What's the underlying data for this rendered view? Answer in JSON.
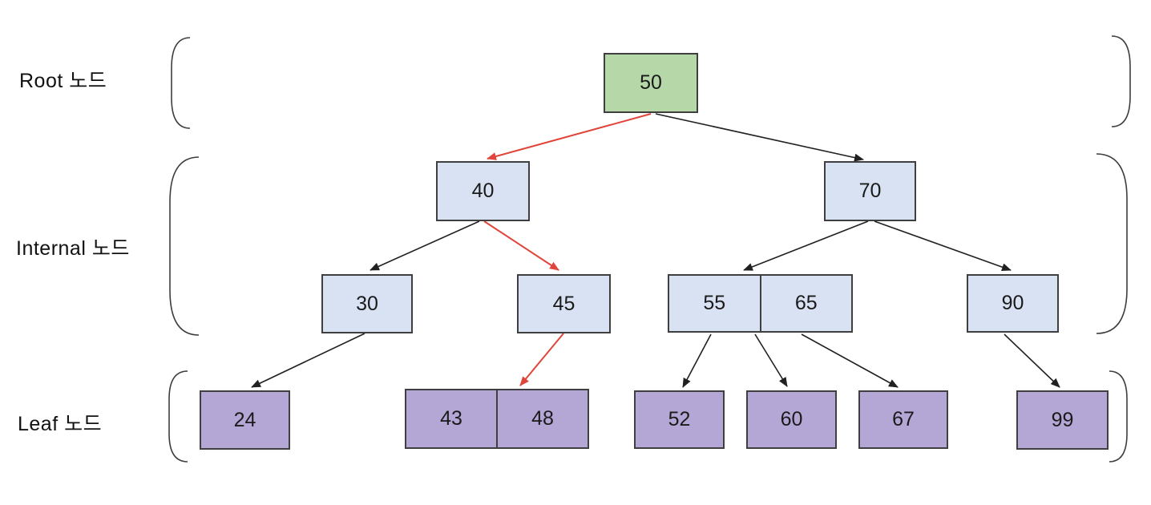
{
  "diagram": {
    "type": "b-tree-structure",
    "row_labels": {
      "root": "Root 노드",
      "internal": "Internal 노드",
      "leaf": "Leaf 노드"
    },
    "nodes": {
      "n50": {
        "level": "root",
        "keys": [
          "50"
        ]
      },
      "n40": {
        "level": "internal",
        "keys": [
          "40"
        ]
      },
      "n70": {
        "level": "internal",
        "keys": [
          "70"
        ]
      },
      "n30": {
        "level": "internal",
        "keys": [
          "30"
        ]
      },
      "n45": {
        "level": "internal",
        "keys": [
          "45"
        ]
      },
      "n55_65": {
        "level": "internal",
        "keys": [
          "55",
          "65"
        ]
      },
      "n90": {
        "level": "internal",
        "keys": [
          "90"
        ]
      },
      "n24": {
        "level": "leaf",
        "keys": [
          "24"
        ]
      },
      "n43_48": {
        "level": "leaf",
        "keys": [
          "43",
          "48"
        ]
      },
      "n52": {
        "level": "leaf",
        "keys": [
          "52"
        ]
      },
      "n60": {
        "level": "leaf",
        "keys": [
          "60"
        ]
      },
      "n67": {
        "level": "leaf",
        "keys": [
          "67"
        ]
      },
      "n99": {
        "level": "leaf",
        "keys": [
          "99"
        ]
      }
    },
    "edges": [
      {
        "from": "50",
        "to": "40",
        "highlighted": true
      },
      {
        "from": "50",
        "to": "70",
        "highlighted": false
      },
      {
        "from": "40",
        "to": "30",
        "highlighted": false
      },
      {
        "from": "40",
        "to": "45",
        "highlighted": true
      },
      {
        "from": "70",
        "to": "55|65",
        "highlighted": false
      },
      {
        "from": "70",
        "to": "90",
        "highlighted": false
      },
      {
        "from": "30",
        "to": "24",
        "highlighted": false
      },
      {
        "from": "45",
        "to": "48",
        "highlighted": true
      },
      {
        "from": "55|65",
        "to": "52",
        "highlighted": false
      },
      {
        "from": "55|65",
        "to": "60",
        "highlighted": false
      },
      {
        "from": "55|65",
        "to": "67",
        "highlighted": false
      },
      {
        "from": "90",
        "to": "99",
        "highlighted": false
      }
    ],
    "highlighted_search_path": [
      "50",
      "40",
      "45",
      "48"
    ]
  },
  "colors": {
    "root_fill": "#b6d7a8",
    "internal_fill": "#d9e2f3",
    "leaf_fill": "#b4a7d6",
    "edge": "#212121",
    "edge_highlight": "#e0443a",
    "node_border": "#3f3f3f",
    "bracket": "#3d3d3d"
  }
}
